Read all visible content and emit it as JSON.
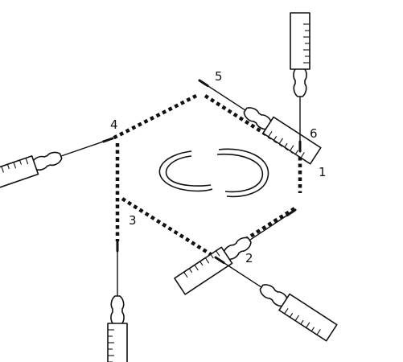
{
  "diagram": {
    "sites": [
      {
        "label": "1"
      },
      {
        "label": "2"
      },
      {
        "label": "3"
      },
      {
        "label": "4"
      },
      {
        "label": "5"
      },
      {
        "label": "6"
      }
    ],
    "colors": {
      "ink": "#111111",
      "background": "#ffffff"
    }
  }
}
